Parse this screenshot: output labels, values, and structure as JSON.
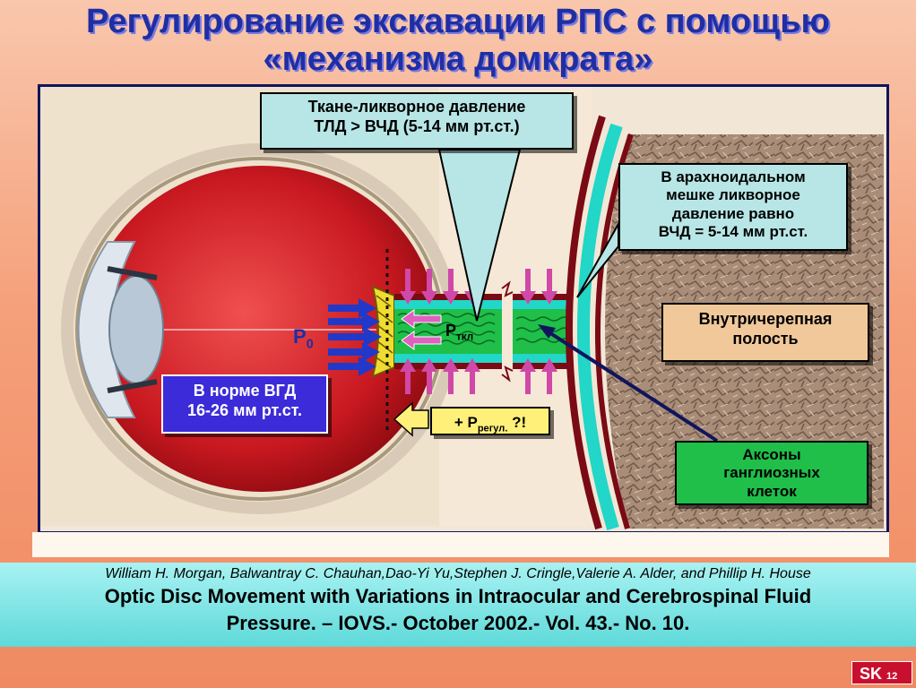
{
  "title": {
    "line1": "Регулирование экскавации РПС с помощью",
    "line2": "«механизма домкрата»"
  },
  "labels": {
    "tld_line1": "Ткане-ликворное давление",
    "tld_line2": "ТЛД > ВЧД (5-14 мм рт.ст.)",
    "arach_line1": "В арахноидальном",
    "arach_line2": "мешке ликворное",
    "arach_line3": "давление равно",
    "arach_line4": "ВЧД = 5-14 мм рт.ст.",
    "intra_line1": "Внутричерепная",
    "intra_line2": "полость",
    "iop_line1": "В норме ВГД",
    "iop_line2": "16-26 мм рт.ст.",
    "axons_line1": "Аксоны",
    "axons_line2": "ганглиозных",
    "axons_line3": "клеток",
    "p0_main": "P",
    "p0_sub": "0",
    "ptkl_main": "P",
    "ptkl_sub": "ткл",
    "preg_prefix": "+ P",
    "preg_sub": "регул.",
    "preg_suffix": "?!"
  },
  "credit": {
    "authors": "William H. Morgan, Balwantray C. Chauhan,Dao-Yi Yu,Stephen J. Cringle,Valerie A. Alder, and Phillip H. House",
    "ref_line1": "Optic Disc Movement with Variations in Intraocular and Cerebrospinal Fluid",
    "ref_line2": "Pressure. – IOVS.- October 2002.- Vol. 43.- No. 10."
  },
  "logo": {
    "text": "SK",
    "number": "12"
  },
  "colors": {
    "title": "#1f2fa3",
    "eye_red": "#d8222a",
    "nerve_green": "#1fbf4a",
    "sheath_cyan": "#22d6c8",
    "dura_red": "#7a0a14",
    "arrow_blue": "#2238c8",
    "arrow_pink": "#d048a8"
  }
}
